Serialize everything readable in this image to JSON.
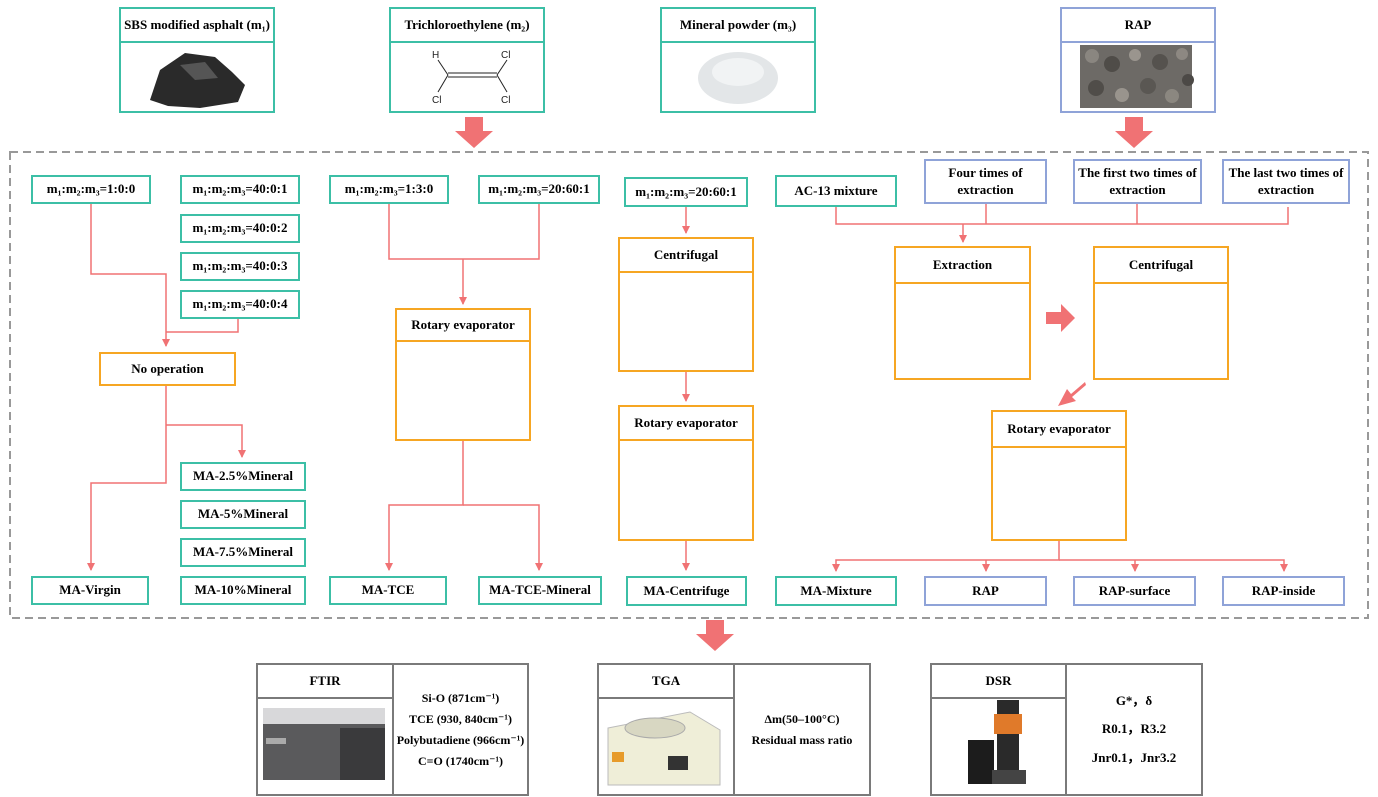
{
  "colors": {
    "teal": "#3cbfa6",
    "orange": "#f6a623",
    "blue": "#8fa3d8",
    "arrow": "#f07274",
    "gray": "#7a7a7a",
    "dash": "#999999"
  },
  "materials": {
    "sbs": "SBS modified asphalt (m₁)",
    "tce": "Trichloroethylene (m₂)",
    "tce_atoms": [
      "H",
      "Cl",
      "Cl",
      "Cl"
    ],
    "mineral": "Mineral powder (m₃)",
    "rap": "RAP"
  },
  "ratios": {
    "r100": "m₁:m₂:m₃=1:0:0",
    "r4001": "m₁:m₂:m₃=40:0:1",
    "r4002": "m₁:m₂:m₃=40:0:2",
    "r4003": "m₁:m₂:m₃=40:0:3",
    "r4004": "m₁:m₂:m₃=40:0:4",
    "r130": "m₁:m₂:m₃=1:3:0",
    "r20601a": "m₁:m₂:m₃=20:60:1",
    "r20601b": "m₁:m₂:m₃=20:60:1"
  },
  "rap_inputs": {
    "ac13": "AC-13 mixture",
    "four": "Four times of extraction",
    "first_two": "The first two times of extraction",
    "last_two": "The last two times of extraction"
  },
  "operations": {
    "no_op": "No operation",
    "rotary1": "Rotary evaporator",
    "centrifugal1": "Centrifugal",
    "rotary2": "Rotary evaporator",
    "extraction": "Extraction",
    "centrifugal2": "Centrifugal",
    "rotary3": "Rotary evaporator"
  },
  "samples": {
    "ma25": "MA-2.5%Mineral",
    "ma5": "MA-5%Mineral",
    "ma75": "MA-7.5%Mineral",
    "ma10": "MA-10%Mineral",
    "virgin": "MA-Virgin",
    "matce": "MA-TCE",
    "matcemin": "MA-TCE-Mineral",
    "macent": "MA-Centrifuge",
    "mamix": "MA-Mixture",
    "rap": "RAP",
    "rapsurf": "RAP-surface",
    "rapin": "RAP-inside"
  },
  "tests": {
    "ftir": {
      "title": "FTIR",
      "lines": [
        "Si-O (871cm⁻¹)",
        "TCE (930, 840cm⁻¹)",
        "Polybutadiene (966cm⁻¹)",
        "C=O (1740cm⁻¹)"
      ]
    },
    "tga": {
      "title": "TGA",
      "line1": "Δm(50–100°C)",
      "line2": "Residual mass ratio"
    },
    "dsr": {
      "title": "DSR",
      "lines": [
        "G*，δ",
        "R0.1，R3.2",
        "Jnr0.1，Jnr3.2"
      ]
    }
  }
}
